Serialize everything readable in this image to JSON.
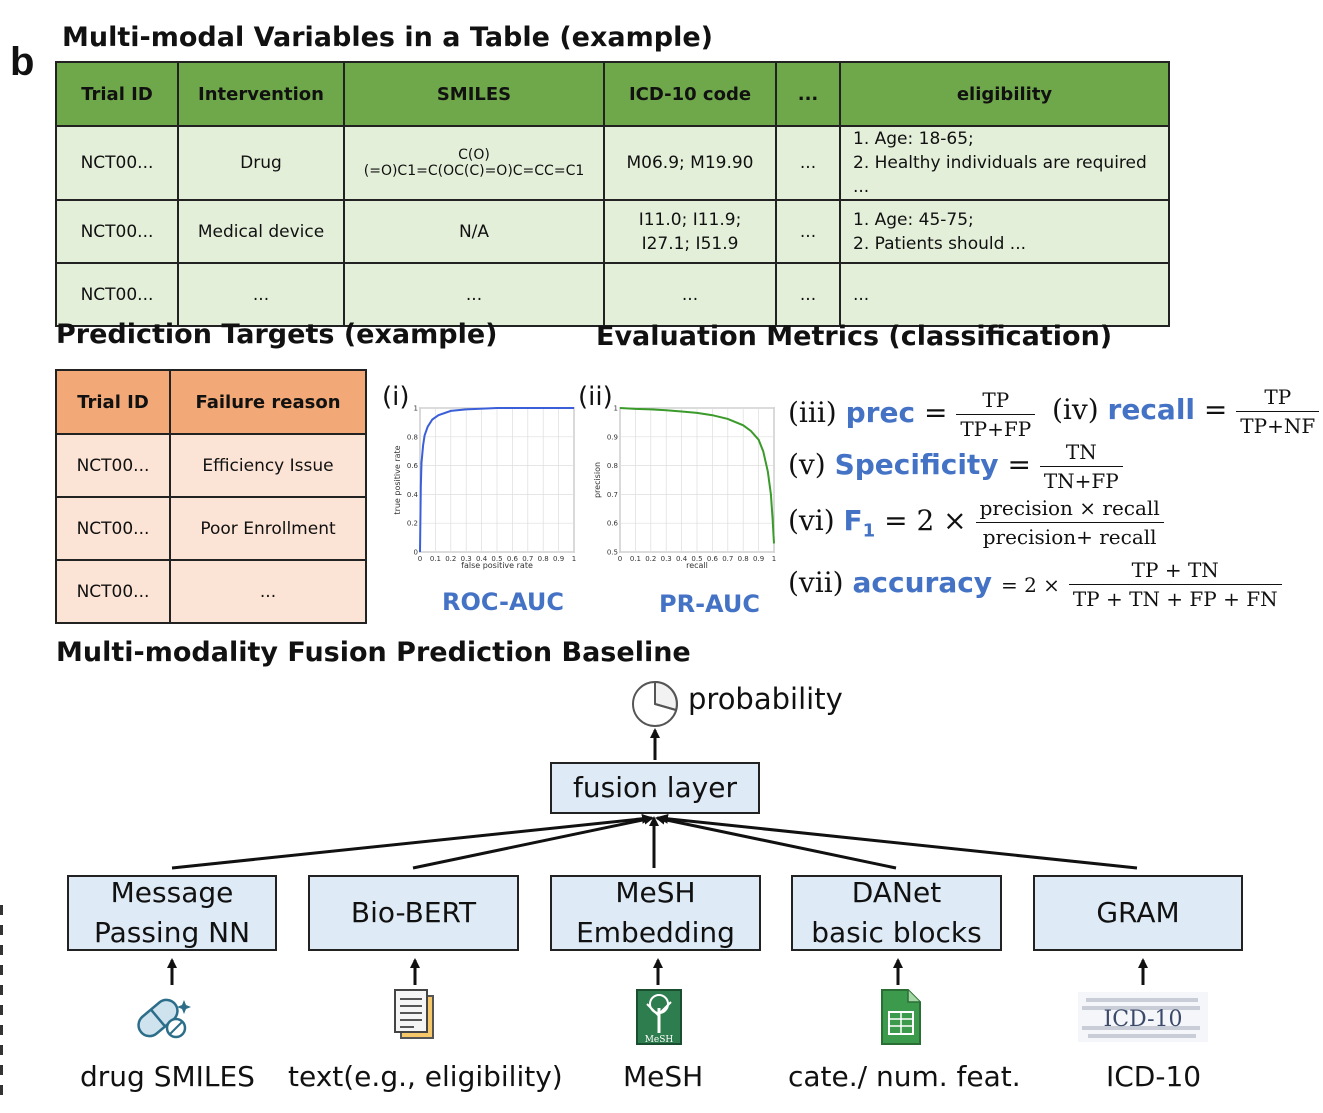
{
  "panel_letter": "b",
  "headings": {
    "variables": "Multi-modal Variables in a Table (example)",
    "targets": "Prediction Targets (example)",
    "metrics": "Evaluation Metrics (classification)",
    "baseline": "Multi-modality Fusion Prediction Baseline"
  },
  "variable_table": {
    "headers": [
      "Trial ID",
      "Intervention",
      "SMILES",
      "ICD-10 code",
      "...",
      "eligibility"
    ],
    "rows": [
      [
        "NCT00...",
        "Drug",
        "C(O)(=O)C1=C(OC(C)=O)C=CC=C1",
        "M06.9; M19.90",
        "...",
        "1. Age: 18-65;",
        "2. Healthy individuals are required ..."
      ],
      [
        "NCT00...",
        "Medical device",
        "N/A",
        "I11.0; I11.9;",
        "I27.1; I51.9",
        "...",
        "1. Age: 45-75;",
        "2. Patients should ..."
      ],
      [
        "NCT00...",
        "...",
        "...",
        "...",
        "...",
        "..."
      ]
    ]
  },
  "target_table": {
    "headers": [
      "Trial ID",
      "Failure reason"
    ],
    "rows": [
      [
        "NCT00...",
        "Efficiency Issue"
      ],
      [
        "NCT00...",
        "Poor Enrollment"
      ],
      [
        "NCT00...",
        "..."
      ]
    ]
  },
  "chart_data": [
    {
      "type": "line",
      "marker": "(i)",
      "caption": "ROC-AUC",
      "xlabel": "false positive rate",
      "ylabel": "true positive rate",
      "xlim": [
        0,
        1
      ],
      "ylim": [
        0,
        1
      ],
      "xticks": [
        "0",
        "0.1",
        "0.2",
        "0.3",
        "0.4",
        "0.5",
        "0.6",
        "0.7",
        "0.8",
        "0.9",
        "1"
      ],
      "yticks": [
        "0",
        "0.2",
        "0.4",
        "0.6",
        "0.8",
        "1"
      ],
      "grid": true,
      "color": "#3b5fd8",
      "series": [
        {
          "x": [
            0,
            0.005,
            0.01,
            0.02,
            0.03,
            0.05,
            0.08,
            0.12,
            0.2,
            0.3,
            0.5,
            0.7,
            1.0
          ],
          "y": [
            0,
            0.45,
            0.62,
            0.74,
            0.81,
            0.87,
            0.92,
            0.95,
            0.98,
            0.99,
            1.0,
            1.0,
            1.0
          ]
        }
      ]
    },
    {
      "type": "line",
      "marker": "(ii)",
      "caption": "PR-AUC",
      "xlabel": "recall",
      "ylabel": "precision",
      "xlim": [
        0,
        1
      ],
      "ylim": [
        0.5,
        1
      ],
      "xticks": [
        "0",
        "0.1",
        "0.2",
        "0.3",
        "0.4",
        "0.5",
        "0.6",
        "0.7",
        "0.8",
        "0.9",
        "1"
      ],
      "yticks": [
        "0.5",
        "0.6",
        "0.7",
        "0.8",
        "0.9",
        "1"
      ],
      "grid": true,
      "color": "#3a9a2a",
      "series": [
        {
          "x": [
            0,
            0.1,
            0.2,
            0.3,
            0.4,
            0.5,
            0.6,
            0.7,
            0.8,
            0.85,
            0.9,
            0.93,
            0.96,
            0.98,
            0.99,
            1.0
          ],
          "y": [
            1.0,
            0.997,
            0.995,
            0.992,
            0.988,
            0.983,
            0.975,
            0.962,
            0.94,
            0.92,
            0.89,
            0.85,
            0.78,
            0.7,
            0.62,
            0.53
          ]
        }
      ]
    }
  ],
  "metrics": [
    {
      "roman": "(iii)",
      "name": "prec",
      "num": "TP",
      "den": "TP+FP"
    },
    {
      "roman": "(iv)",
      "name": "recall",
      "num": "TP",
      "den": "TP+NF"
    },
    {
      "roman": "(v)",
      "name": "Specificity",
      "num": "TN",
      "den": "TN+FP"
    },
    {
      "roman": "(vi)",
      "name": "F",
      "sub": "1",
      "prefix": "= 2 ×",
      "num": "precision × recall",
      "den": "precision+ recall"
    },
    {
      "roman": "(vii)",
      "name": "accuracy",
      "prefix": "= 2 ×",
      "num": "TP + TN",
      "den": "TP + TN + FP +  FN"
    }
  ],
  "pipeline": {
    "output": "probability",
    "fusion": "fusion layer",
    "encoders": [
      {
        "line1": "Message",
        "line2": "Passing NN",
        "input": "drug SMILES",
        "icon": "pill-icon"
      },
      {
        "line1": "Bio-BERT",
        "line2": "",
        "input": "text(e.g., eligibility)",
        "icon": "document-icon"
      },
      {
        "line1": "MeSH",
        "line2": "Embedding",
        "input": "MeSH",
        "icon": "mesh-tree-icon",
        "icon_text": "MeSH"
      },
      {
        "line1": "DANet",
        "line2": "basic blocks",
        "input": "cate./ num. feat.",
        "icon": "spreadsheet-icon"
      },
      {
        "line1": "GRAM",
        "line2": "",
        "input": "ICD-10",
        "icon": "icd10-icon",
        "icon_text": "ICD-10"
      }
    ]
  },
  "colors": {
    "table_header_green": "#6fa84a",
    "table_cell_green": "#e3efd9",
    "table_header_orange": "#f2a977",
    "table_cell_orange": "#fbe3d5",
    "metric_blue": "#4472c4",
    "box_blue": "#deebf7"
  }
}
